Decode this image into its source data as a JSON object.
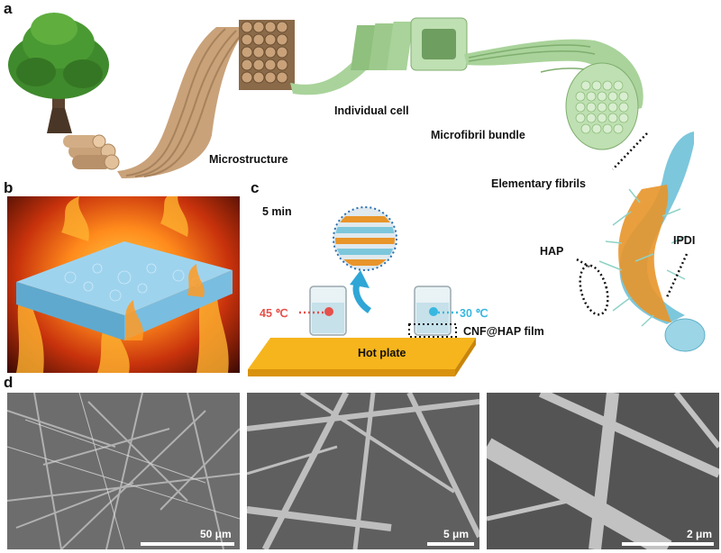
{
  "panels": {
    "a": "a",
    "b": "b",
    "c": "c",
    "d": "d"
  },
  "panel_a": {
    "microstructure": "Microstructure",
    "individual_cell": "Individual cell",
    "microfibril_bundle": "Microfibril bundle",
    "elementary_fibrils": "Elementary fibrils",
    "hap": "HAP",
    "ipdi": "IPDI"
  },
  "panel_c": {
    "time": "5 min",
    "temp_hot": "45 ℃",
    "temp_cool": "30 ℃",
    "film": "CNF@HAP film",
    "hot_plate": "Hot plate"
  },
  "panel_d": {
    "scale_1": "50 μm",
    "scale_2": "5 μm",
    "scale_3": "2 μm"
  },
  "colors": {
    "wood": "#c9a27a",
    "cellulose_green": "#a9d39a",
    "fibril_blue": "#7cc7dc",
    "orange": "#e8952a",
    "hot_red": "#e6504a",
    "cool_blue": "#38b7e0"
  }
}
